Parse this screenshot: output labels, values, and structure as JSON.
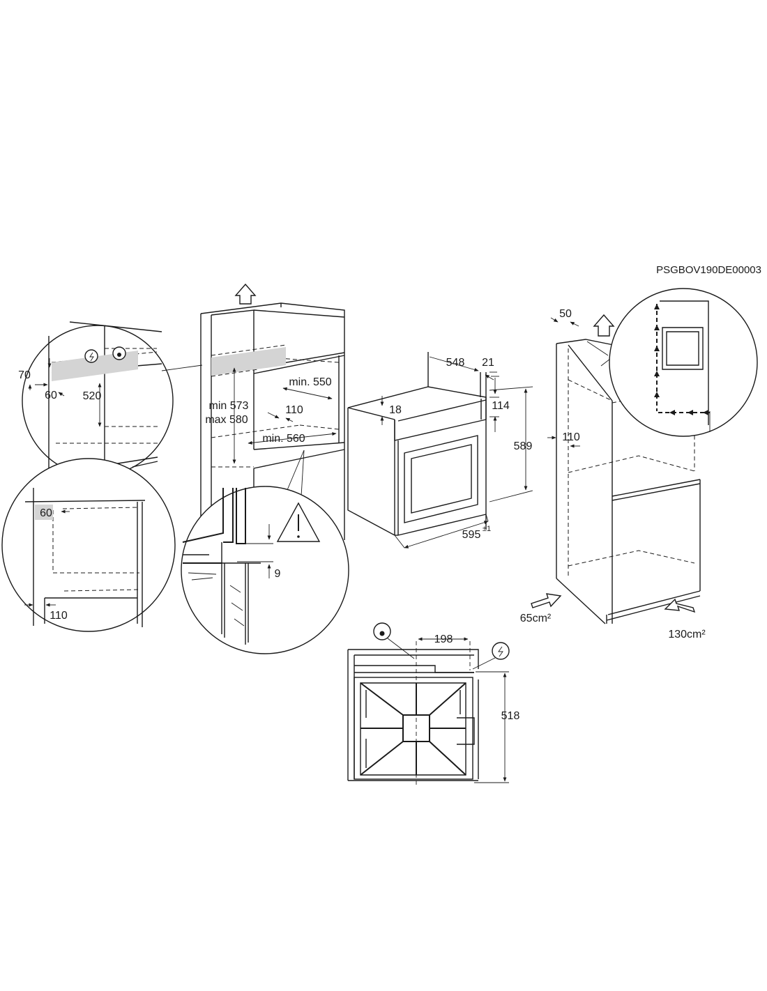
{
  "doc_code": "PSGBOV190DE00003",
  "detail_top": {
    "d70": "70",
    "d60": "60",
    "d520": "520"
  },
  "detail_side": {
    "d60": "60",
    "d110": "110"
  },
  "cabinet": {
    "min550": "min. 550",
    "min573": "min 573",
    "max580": "max 580",
    "d110": "110",
    "min560": "min. 560"
  },
  "floor_detail": {
    "d9": "9"
  },
  "oven": {
    "d548": "548",
    "d21": "21",
    "d18": "18",
    "d114": "114",
    "d589": "589",
    "d595": "595",
    "tol595": "±1"
  },
  "tall_cabinet": {
    "d50": "50",
    "d110": "110",
    "vent_front": "65cm²",
    "vent_base": "130cm²"
  },
  "top_view": {
    "d198": "198",
    "d518": "518"
  },
  "colors": {
    "line": "#1a1a1a",
    "highlight": "#d4d4d4",
    "background": "#ffffff"
  }
}
